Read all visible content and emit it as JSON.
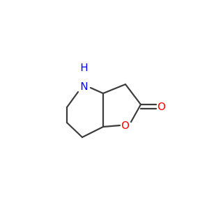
{
  "molecule": {
    "atoms": [
      {
        "id": "N",
        "label": "H\nN",
        "color": "#0000ff"
      },
      {
        "id": "O_ring",
        "label": "O",
        "color": "#ff0000"
      },
      {
        "id": "O_carbonyl",
        "label": "O",
        "color": "#ff0000"
      }
    ],
    "labels": {
      "nitrogen_h": "H",
      "nitrogen": "N",
      "ring_oxygen": "O",
      "carbonyl_oxygen": "O"
    },
    "colors": {
      "bond": "#3c3c3c",
      "nitrogen": "#0000ff",
      "oxygen": "#ff0000",
      "background": "#ffffff"
    }
  }
}
